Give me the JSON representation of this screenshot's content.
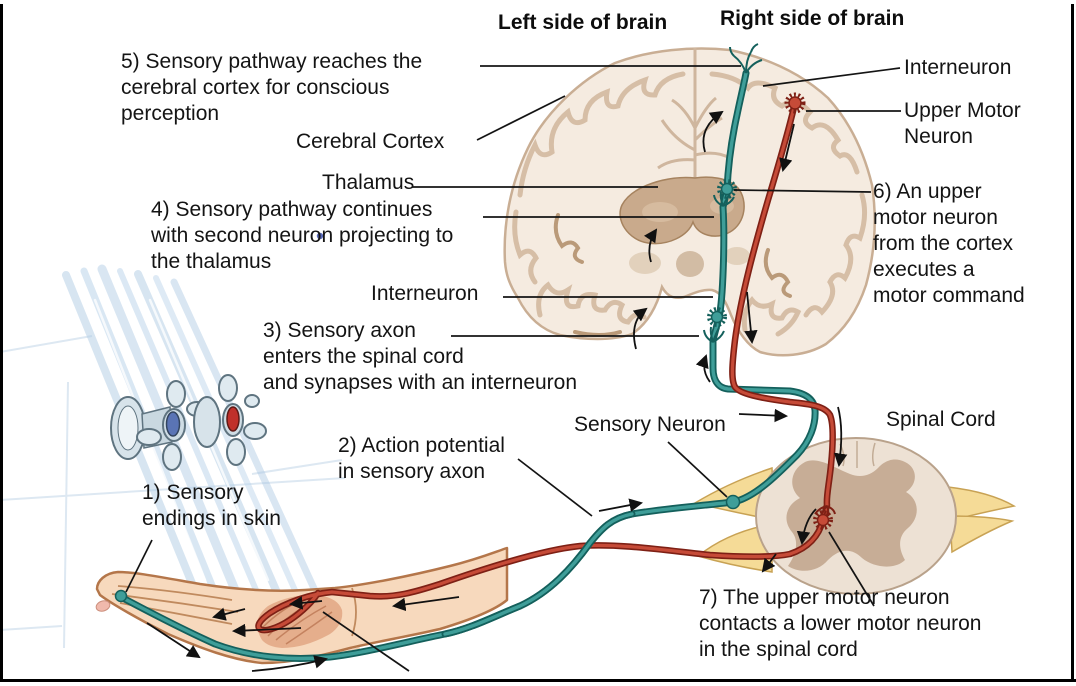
{
  "headers": {
    "left_brain": "Left side of brain",
    "right_brain": "Right side of brain"
  },
  "labels": {
    "step5": "5) Sensory pathway reaches the\ncerebral cortex for conscious\nperception",
    "cerebral_cortex": "Cerebral Cortex",
    "interneuron_top": "Interneuron",
    "upper_motor_neuron": "Upper Motor\nNeuron",
    "thalamus": "Thalamus",
    "step4": "4) Sensory pathway continues\nwith second neuron projecting to\nthe thalamus",
    "step6": "6) An upper\nmotor neuron\nfrom the cortex\nexecutes a\nmotor command",
    "interneuron_mid": "Interneuron",
    "step3": "3) Sensory axon\nenters the spinal cord\nand synapses with an interneuron",
    "sensory_neuron": "Sensory Neuron",
    "spinal_cord": "Spinal Cord",
    "step2": "2) Action potential\nin sensory axon",
    "step1": "1) Sensory\nendings in skin",
    "step7": "7) The upper motor neuron\ncontacts a lower motor neuron\nin the spinal cord"
  },
  "colors": {
    "sensory_pathway": "#3f9e99",
    "sensory_pathway_dark": "#14605c",
    "motor_pathway": "#c64b38",
    "motor_pathway_dark": "#7e2015",
    "nerve_root": "#f5db97",
    "brain_fill": "#f5ebe0",
    "brain_outline": "#c9ae94",
    "thalamus": "#c9aa8c",
    "spinal_cord_fill": "#ede1d4",
    "gray_matter": "#c7ad96",
    "skin": "#f7d9bd",
    "water": "#bad2e8",
    "text": "#141414"
  }
}
